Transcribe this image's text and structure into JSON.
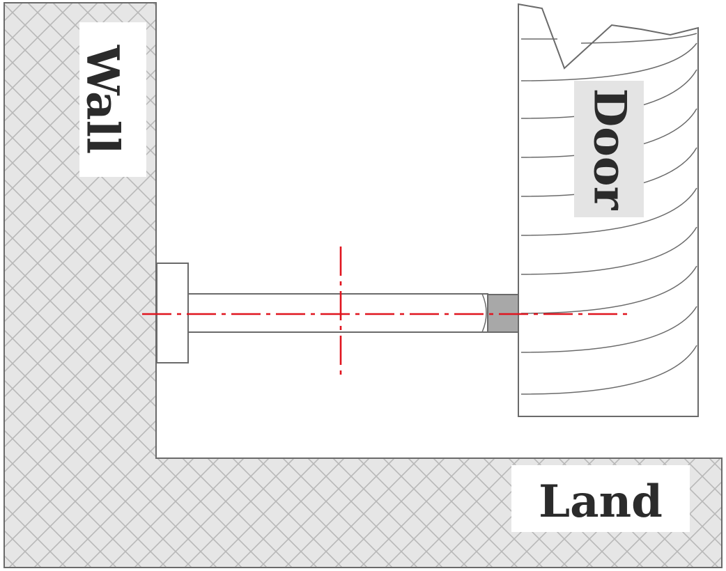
{
  "labels": {
    "wall": "Wall",
    "door": "Door",
    "land": "Land"
  },
  "colors": {
    "background": "#ffffff",
    "hatch_fill": "#e6e6e6",
    "hatch_line": "#b8b8b8",
    "outline": "#6a6a6a",
    "centerline": "#e0141e",
    "door_stopper_pad": "#a8a8a8",
    "label_text": "#2b2b2b",
    "door_label_bg": "#e4e4e4",
    "wall_label_bg": "#ffffff",
    "land_label_bg": "#ffffff"
  }
}
